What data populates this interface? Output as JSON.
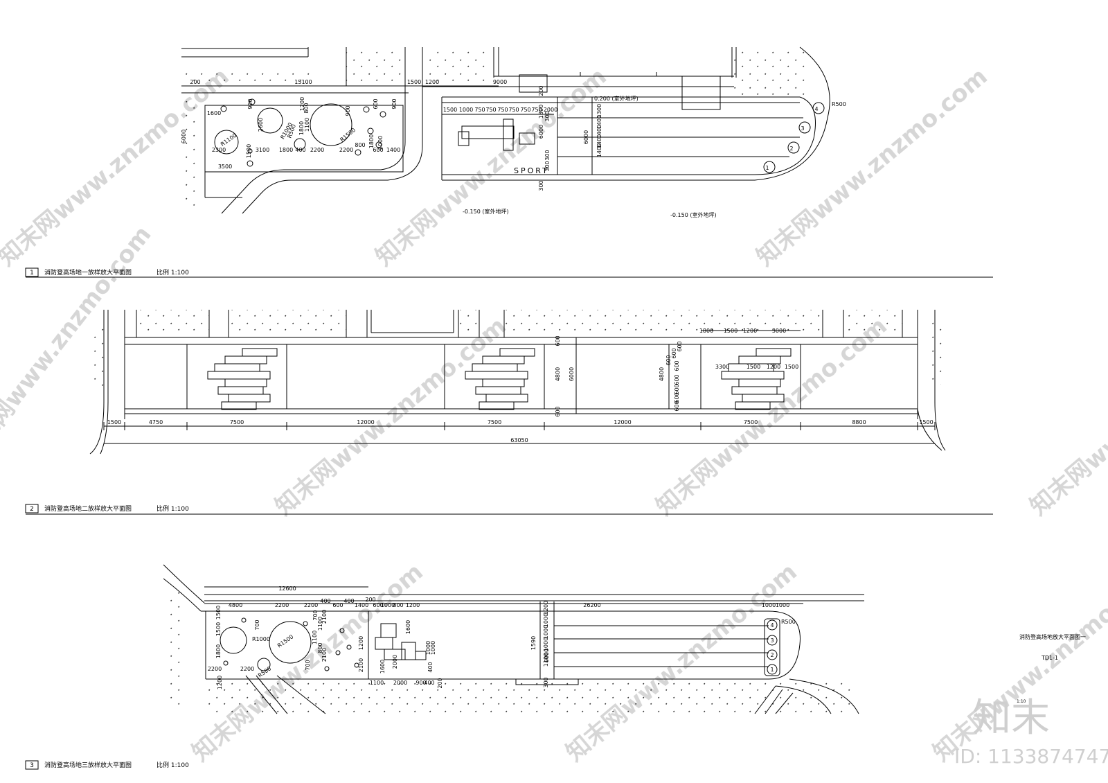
{
  "watermark": {
    "text": "知末网www.znzmo.com"
  },
  "brand": {
    "logo": "知末",
    "id": "ID: 1133874747"
  },
  "plan1": {
    "num": "1",
    "title": "消防登高场地一放样放大平面图",
    "scale": "比例 1:100",
    "sport": "SPORT",
    "elev1": "-0.150 (室外地坪)",
    "elev2": "-0.150 (室外地坪)",
    "elev3": "0.200 (室外地坪)",
    "radius": "R500",
    "lanes": [
      "4",
      "3",
      "2",
      "1"
    ],
    "radii": [
      "R1100",
      "R1000",
      "R1500",
      "R500"
    ],
    "dims": [
      "200",
      "15100",
      "1500",
      "1200",
      "9000",
      "1600",
      "900",
      "1200",
      "2600",
      "800",
      "900",
      "1800",
      "2000",
      "1100",
      "1800",
      "600",
      "900",
      "6000",
      "2300",
      "1500",
      "3100",
      "1800",
      "400",
      "2200",
      "2200",
      "800",
      "600",
      "1400",
      "3500",
      "1500",
      "1000",
      "750",
      "750",
      "750",
      "750",
      "750",
      "750",
      "1800",
      "2000",
      "200",
      "300",
      "6000",
      "1400",
      "1400",
      "1400",
      "1400",
      "1300",
      "6000",
      "300",
      "300",
      "300"
    ]
  },
  "plan2": {
    "num": "2",
    "title": "消防登高场地二放样放大平面图",
    "scale": "比例 1:100",
    "total": "63050",
    "segments": [
      "1500",
      "4750",
      "7500",
      "12000",
      "7500",
      "12000",
      "7500",
      "8800",
      "1500"
    ],
    "top_dims": [
      "1800",
      "1500",
      "1200",
      "3000"
    ],
    "mid_dims": [
      "3300",
      "1500",
      "1200",
      "1500"
    ],
    "left_dims": [
      "600",
      "4800",
      "6000",
      "600"
    ],
    "right_dims": [
      "600",
      "600",
      "600",
      "4800",
      "600",
      "600",
      "600",
      "600",
      "600"
    ]
  },
  "plan3": {
    "num": "3",
    "title": "消防登高场地三放样放大平面图",
    "scale": "比例 1:100",
    "radius": "R500",
    "lanes": [
      "4",
      "3",
      "2",
      "1"
    ],
    "radii": [
      "R1000",
      "R1500",
      "R500"
    ],
    "dims_top": [
      "12600",
      "4800",
      "2200",
      "2200",
      "400",
      "600",
      "400",
      "1400",
      "200",
      "600",
      "1000",
      "800",
      "1200",
      "26200",
      "1000",
      "1000"
    ],
    "dims_mid": [
      "1500",
      "1500",
      "700",
      "1800",
      "1100",
      "800",
      "700",
      "2100",
      "2100",
      "700",
      "1100",
      "2000",
      "1200",
      "1600",
      "1600",
      "400",
      "2100",
      "1000",
      "1000",
      "1000",
      "1000",
      "1100",
      "1000",
      "6000",
      "1590",
      "1200"
    ],
    "dims_bot": [
      "2200",
      "2200",
      "1100",
      "2000",
      "900",
      "400",
      "200",
      "1200",
      "300"
    ]
  },
  "side": {
    "title": "消防登高场地放大平面图一",
    "code": "TD1-1",
    "scale": "1:10"
  }
}
